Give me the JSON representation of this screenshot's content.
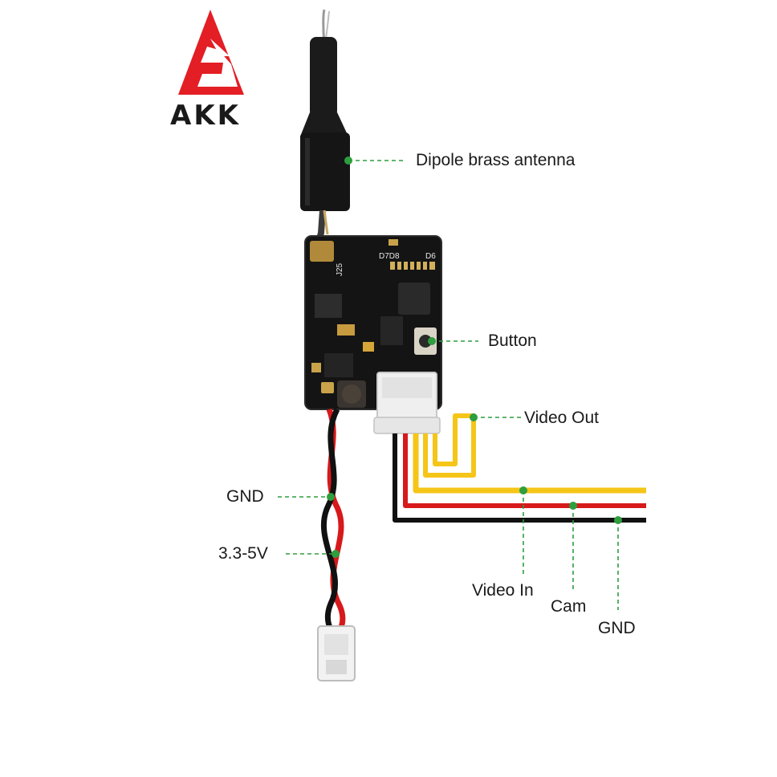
{
  "logo": {
    "text": "AKK",
    "color": "#e31e24"
  },
  "board": {
    "silkscreen": [
      "D7D8",
      "D6",
      "J25"
    ]
  },
  "callouts": {
    "antenna": "Dipole brass antenna",
    "button": "Button",
    "video_out": "Video Out",
    "gnd_left": "GND",
    "power": "3.3-5V",
    "video_in": "Video In",
    "cam": "Cam",
    "gnd_right": "GND"
  },
  "colors": {
    "leader": "#2e9e3e",
    "wire_yellow": "#f5c518",
    "wire_red": "#d7191c",
    "wire_black": "#111111"
  }
}
